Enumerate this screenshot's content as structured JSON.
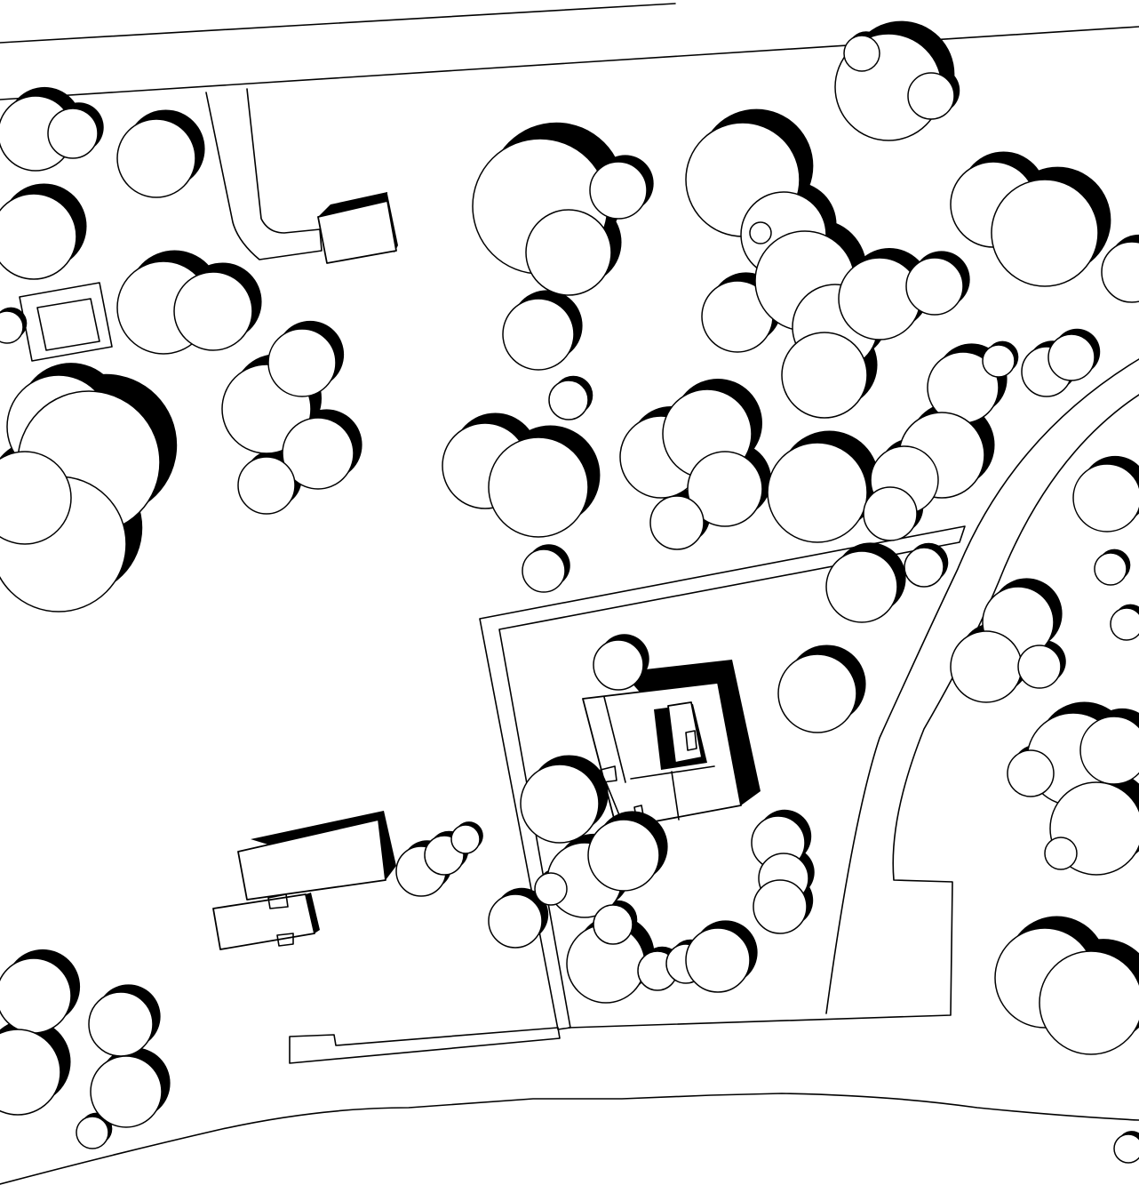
{
  "drawing": {
    "type": "site-plan",
    "style": "black-and-white line drawing with cast shadows",
    "colors": {
      "line": "#000000",
      "background": "#ffffff",
      "shadow": "#000000"
    }
  },
  "elements": {
    "buildings": [
      "main-house",
      "barn",
      "shed"
    ],
    "landscape": [
      "roads",
      "driveway",
      "garden-enclosure",
      "square-pond",
      "shoreline",
      "trees"
    ]
  },
  "tree_count": 95
}
